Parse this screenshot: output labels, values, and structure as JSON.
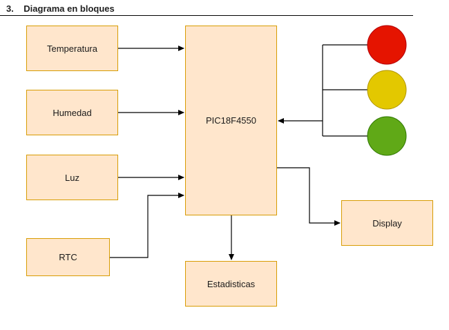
{
  "header": {
    "title": "3.    Diagrama en bloques"
  },
  "blocks": {
    "temperatura": "Temperatura",
    "humedad": "Humedad",
    "luz": "Luz",
    "rtc": "RTC",
    "mcu": "PIC18F4550",
    "estadisticas": "Estadisticas",
    "display": "Display"
  },
  "lights": [
    {
      "name": "red",
      "color": "#e51400"
    },
    {
      "name": "yellow",
      "color": "#e3c800"
    },
    {
      "name": "green",
      "color": "#60a917"
    }
  ],
  "colors": {
    "block_fill": "#ffe6cc",
    "block_stroke": "#d79b00",
    "wire": "#000000"
  }
}
